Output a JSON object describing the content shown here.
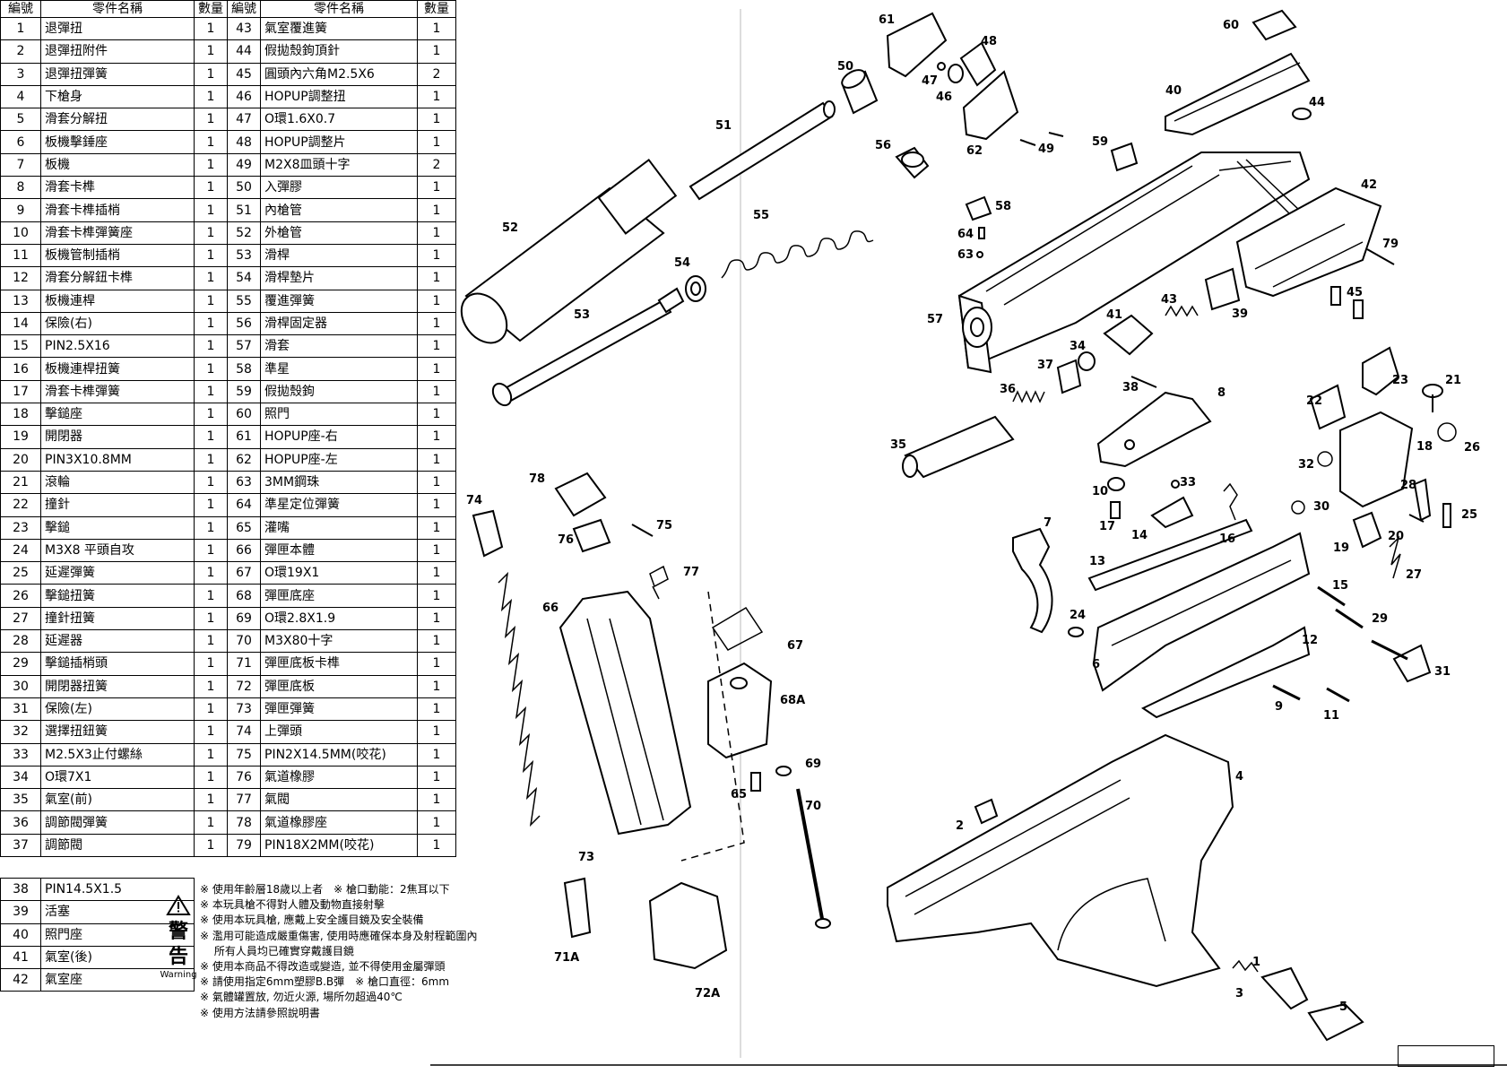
{
  "table_headers": {
    "no": "編號",
    "name": "零件名稱",
    "qty": "數量"
  },
  "parts_left": [
    {
      "no": "1",
      "name": "退彈扭",
      "qty": "1"
    },
    {
      "no": "2",
      "name": "退彈扭附件",
      "qty": "1"
    },
    {
      "no": "3",
      "name": "退彈扭彈簧",
      "qty": "1"
    },
    {
      "no": "4",
      "name": "下槍身",
      "qty": "1"
    },
    {
      "no": "5",
      "name": "滑套分解扭",
      "qty": "1"
    },
    {
      "no": "6",
      "name": "板機擊錘座",
      "qty": "1"
    },
    {
      "no": "7",
      "name": "板機",
      "qty": "1"
    },
    {
      "no": "8",
      "name": "滑套卡榫",
      "qty": "1"
    },
    {
      "no": "9",
      "name": "滑套卡榫插梢",
      "qty": "1"
    },
    {
      "no": "10",
      "name": "滑套卡榫彈簧座",
      "qty": "1"
    },
    {
      "no": "11",
      "name": "板機管制插梢",
      "qty": "1"
    },
    {
      "no": "12",
      "name": "滑套分解鈕卡榫",
      "qty": "1"
    },
    {
      "no": "13",
      "name": "板機連桿",
      "qty": "1"
    },
    {
      "no": "14",
      "name": "保險(右)",
      "qty": "1"
    },
    {
      "no": "15",
      "name": "PIN2.5X16",
      "qty": "1"
    },
    {
      "no": "16",
      "name": "板機連桿扭簧",
      "qty": "1"
    },
    {
      "no": "17",
      "name": "滑套卡榫彈簧",
      "qty": "1"
    },
    {
      "no": "18",
      "name": "擊鎚座",
      "qty": "1"
    },
    {
      "no": "19",
      "name": "開閉器",
      "qty": "1"
    },
    {
      "no": "20",
      "name": "PIN3X10.8MM",
      "qty": "1"
    },
    {
      "no": "21",
      "name": "滾輪",
      "qty": "1"
    },
    {
      "no": "22",
      "name": "撞針",
      "qty": "1"
    },
    {
      "no": "23",
      "name": "擊鎚",
      "qty": "1"
    },
    {
      "no": "24",
      "name": "M3X8 平頭自攻",
      "qty": "1"
    },
    {
      "no": "25",
      "name": "延遲彈簧",
      "qty": "1"
    },
    {
      "no": "26",
      "name": "擊鎚扭簧",
      "qty": "1"
    },
    {
      "no": "27",
      "name": "撞針扭簧",
      "qty": "1"
    },
    {
      "no": "28",
      "name": "延遲器",
      "qty": "1"
    },
    {
      "no": "29",
      "name": "擊鎚插梢頭",
      "qty": "1"
    },
    {
      "no": "30",
      "name": "開閉器扭簧",
      "qty": "1"
    },
    {
      "no": "31",
      "name": "保險(左)",
      "qty": "1"
    },
    {
      "no": "32",
      "name": "選擇扭鈕簧",
      "qty": "1"
    },
    {
      "no": "33",
      "name": "M2.5X3止付螺絲",
      "qty": "1"
    },
    {
      "no": "34",
      "name": "O環7X1",
      "qty": "1"
    },
    {
      "no": "35",
      "name": "氣室(前)",
      "qty": "1"
    },
    {
      "no": "36",
      "name": "調節閥彈簧",
      "qty": "1"
    },
    {
      "no": "37",
      "name": "調節閥",
      "qty": "1"
    }
  ],
  "parts_right": [
    {
      "no": "43",
      "name": "氣室覆進簧",
      "qty": "1"
    },
    {
      "no": "44",
      "name": "假拋殼鉤頂針",
      "qty": "1"
    },
    {
      "no": "45",
      "name": "圓頭內六角M2.5X6",
      "qty": "2"
    },
    {
      "no": "46",
      "name": "HOPUP調整扭",
      "qty": "1"
    },
    {
      "no": "47",
      "name": "O環1.6X0.7",
      "qty": "1"
    },
    {
      "no": "48",
      "name": "HOPUP調整片",
      "qty": "1"
    },
    {
      "no": "49",
      "name": "M2X8皿頭十字",
      "qty": "2"
    },
    {
      "no": "50",
      "name": "入彈膠",
      "qty": "1"
    },
    {
      "no": "51",
      "name": "內槍管",
      "qty": "1"
    },
    {
      "no": "52",
      "name": "外槍管",
      "qty": "1"
    },
    {
      "no": "53",
      "name": "滑桿",
      "qty": "1"
    },
    {
      "no": "54",
      "name": "滑桿墊片",
      "qty": "1"
    },
    {
      "no": "55",
      "name": "覆進彈簧",
      "qty": "1"
    },
    {
      "no": "56",
      "name": "滑桿固定器",
      "qty": "1"
    },
    {
      "no": "57",
      "name": "滑套",
      "qty": "1"
    },
    {
      "no": "58",
      "name": "準星",
      "qty": "1"
    },
    {
      "no": "59",
      "name": "假拋殼鉤",
      "qty": "1"
    },
    {
      "no": "60",
      "name": "照門",
      "qty": "1"
    },
    {
      "no": "61",
      "name": "HOPUP座-右",
      "qty": "1"
    },
    {
      "no": "62",
      "name": "HOPUP座-左",
      "qty": "1"
    },
    {
      "no": "63",
      "name": "3MM鋼珠",
      "qty": "1"
    },
    {
      "no": "64",
      "name": "準星定位彈簧",
      "qty": "1"
    },
    {
      "no": "65",
      "name": "灌嘴",
      "qty": "1"
    },
    {
      "no": "66",
      "name": "彈匣本體",
      "qty": "1"
    },
    {
      "no": "67",
      "name": "O環19X1",
      "qty": "1"
    },
    {
      "no": "68",
      "name": "彈匣底座",
      "qty": "1"
    },
    {
      "no": "69",
      "name": "O環2.8X1.9",
      "qty": "1"
    },
    {
      "no": "70",
      "name": "M3X80十字",
      "qty": "1"
    },
    {
      "no": "71",
      "name": "彈匣底板卡榫",
      "qty": "1"
    },
    {
      "no": "72",
      "name": "彈匣底板",
      "qty": "1"
    },
    {
      "no": "73",
      "name": "彈匣彈簧",
      "qty": "1"
    },
    {
      "no": "74",
      "name": "上彈頭",
      "qty": "1"
    },
    {
      "no": "75",
      "name": "PIN2X14.5MM(咬花)",
      "qty": "1"
    },
    {
      "no": "76",
      "name": "氣道橡膠",
      "qty": "1"
    },
    {
      "no": "77",
      "name": "氣閥",
      "qty": "1"
    },
    {
      "no": "78",
      "name": "氣道橡膠座",
      "qty": "1"
    },
    {
      "no": "79",
      "name": "PIN18X2MM(咬花)",
      "qty": "1"
    }
  ],
  "parts_extra": [
    {
      "no": "38",
      "name": "PIN14.5X1.5",
      "qty": "1"
    },
    {
      "no": "39",
      "name": "活塞",
      "qty": "1"
    },
    {
      "no": "40",
      "name": "照門座",
      "qty": "1"
    },
    {
      "no": "41",
      "name": "氣室(後)",
      "qty": "1"
    },
    {
      "no": "42",
      "name": "氣室座",
      "qty": "1"
    }
  ],
  "warning": {
    "line1": "警",
    "line2": "告",
    "en": "Warning"
  },
  "notes": [
    "※ 使用年齡層18歲以上者　※ 槍口動能：2焦耳以下",
    "※ 本玩具槍不得對人體及動物直接射擊",
    "※ 使用本玩具槍, 應戴上安全護目鏡及安全裝備",
    "※ 濫用可能造成嚴重傷害, 使用時應確保本身及射程範圍內",
    "　 所有人員均已確實穿戴護目鏡",
    "※ 使用本商品不得改造或變造, 並不得使用金屬彈頭",
    "※ 請使用指定6mm塑膠B.B彈　※ 槍口直徑：6mm",
    "※ 氣體罐置放, 勿近火源, 場所勿超過40℃",
    "※ 使用方法請參照說明書"
  ],
  "diagram_labels": {
    "l1": "1",
    "l2": "2",
    "l3": "3",
    "l4": "4",
    "l5": "5",
    "l6": "6",
    "l7": "7",
    "l8": "8",
    "l9": "9",
    "l10": "10",
    "l11": "11",
    "l12": "12",
    "l13": "13",
    "l14": "14",
    "l15": "15",
    "l16": "16",
    "l17": "17",
    "l18": "18",
    "l19": "19",
    "l20": "20",
    "l21": "21",
    "l22": "22",
    "l23": "23",
    "l24": "24",
    "l25": "25",
    "l26": "26",
    "l27": "27",
    "l28": "28",
    "l29": "29",
    "l30": "30",
    "l31": "31",
    "l32": "32",
    "l33": "33",
    "l34": "34",
    "l35": "35",
    "l36": "36",
    "l37": "37",
    "l38": "38",
    "l39": "39",
    "l40": "40",
    "l41": "41",
    "l42": "42",
    "l43": "43",
    "l44": "44",
    "l45": "45",
    "l46": "46",
    "l47": "47",
    "l48": "48",
    "l49": "49",
    "l50": "50",
    "l51": "51",
    "l52": "52",
    "l53": "53",
    "l54": "54",
    "l55": "55",
    "l56": "56",
    "l57": "57",
    "l58": "58",
    "l59": "59",
    "l60": "60",
    "l61": "61",
    "l62": "62",
    "l63": "63",
    "l64": "64",
    "l65": "65",
    "l66": "66",
    "l67": "67",
    "l68a": "68A",
    "l69": "69",
    "l70": "70",
    "l71a": "71A",
    "l72a": "72A",
    "l73": "73",
    "l74": "74",
    "l75": "75",
    "l76": "76",
    "l77": "77",
    "l78": "78",
    "l79": "79"
  }
}
